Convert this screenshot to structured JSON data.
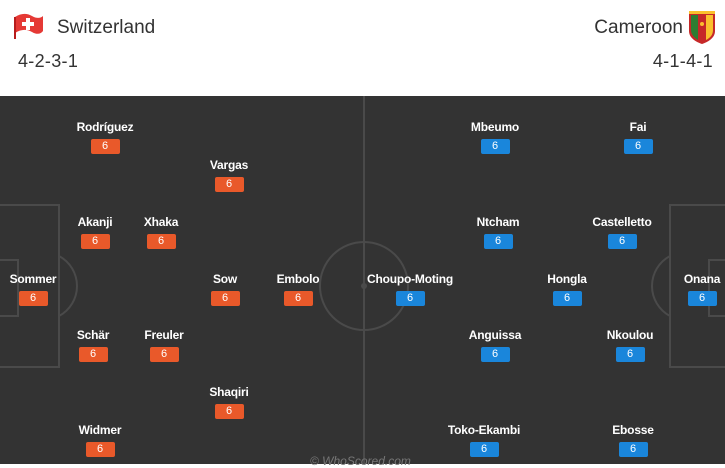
{
  "home": {
    "name": "Switzerland",
    "formation": "4-2-3-1",
    "color": "#e9592a",
    "flag_icon": "switzerland-flag-icon",
    "players": [
      {
        "name": "Rodríguez",
        "rating": "6"
      },
      {
        "name": "Vargas",
        "rating": "6"
      },
      {
        "name": "Akanji",
        "rating": "6"
      },
      {
        "name": "Xhaka",
        "rating": "6"
      },
      {
        "name": "Sommer",
        "rating": "6"
      },
      {
        "name": "Sow",
        "rating": "6"
      },
      {
        "name": "Embolo",
        "rating": "6"
      },
      {
        "name": "Schär",
        "rating": "6"
      },
      {
        "name": "Freuler",
        "rating": "6"
      },
      {
        "name": "Shaqiri",
        "rating": "6"
      },
      {
        "name": "Widmer",
        "rating": "6"
      }
    ]
  },
  "away": {
    "name": "Cameroon",
    "formation": "4-1-4-1",
    "color": "#1a86db",
    "flag_icon": "cameroon-flag-icon",
    "players": [
      {
        "name": "Mbeumo",
        "rating": "6"
      },
      {
        "name": "Fai",
        "rating": "6"
      },
      {
        "name": "Ntcham",
        "rating": "6"
      },
      {
        "name": "Castelletto",
        "rating": "6"
      },
      {
        "name": "Choupo-Moting",
        "rating": "6"
      },
      {
        "name": "Hongla",
        "rating": "6"
      },
      {
        "name": "Onana",
        "rating": "6"
      },
      {
        "name": "Anguissa",
        "rating": "6"
      },
      {
        "name": "Nkoulou",
        "rating": "6"
      },
      {
        "name": "Toko-Ekambi",
        "rating": "6"
      },
      {
        "name": "Ebosse",
        "rating": "6"
      }
    ]
  },
  "pitch_color": "#333333",
  "watermark": "© WhoScored.com"
}
